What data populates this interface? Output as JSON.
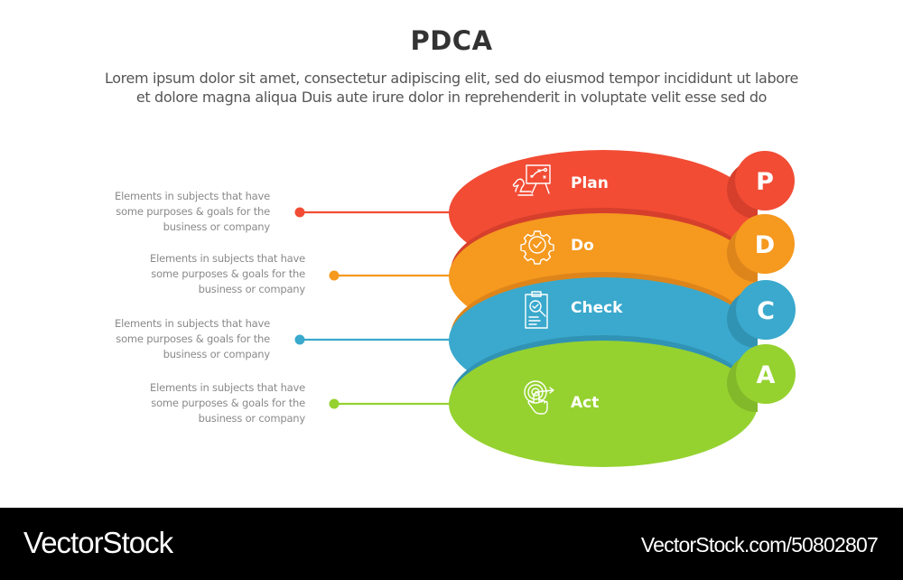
{
  "header": {
    "title": "PDCA",
    "subtitle_line1": "Lorem ipsum dolor sit amet, consectetur adipiscing elit, sed do eiusmod tempor incididunt ut labore",
    "subtitle_line2": "et dolore magna aliqua Duis aute irure dolor in reprehenderit in voluptate velit esse sed do"
  },
  "steps": [
    {
      "label": "Plan",
      "letter": "P",
      "icon": "strategy-board-chess-knight-icon",
      "color": "#f24c35",
      "shade": "#d63f2c",
      "description": [
        "Elements in subjects that have",
        "some purposes & goals for the",
        "business or company"
      ]
    },
    {
      "label": "Do",
      "letter": "D",
      "icon": "gear-check-icon",
      "color": "#f5991f",
      "shade": "#dd851b",
      "description": [
        "Elements in subjects that have",
        "some purposes & goals for the",
        "business or company"
      ]
    },
    {
      "label": "Check",
      "letter": "C",
      "icon": "clipboard-magnifier-icon",
      "color": "#3aa9cd",
      "shade": "#3193b4",
      "description": [
        "Elements in subjects that have",
        "some purposes & goals for the",
        "business or company"
      ]
    },
    {
      "label": "Act",
      "letter": "A",
      "icon": "target-hand-tap-icon",
      "color": "#95d230",
      "shade": "#82b92a",
      "description": [
        "Elements in subjects that have",
        "some purposes & goals for the",
        "business or company"
      ]
    }
  ],
  "footer": {
    "logo": "VectorStock",
    "url": "VectorStock.com/50802807"
  }
}
